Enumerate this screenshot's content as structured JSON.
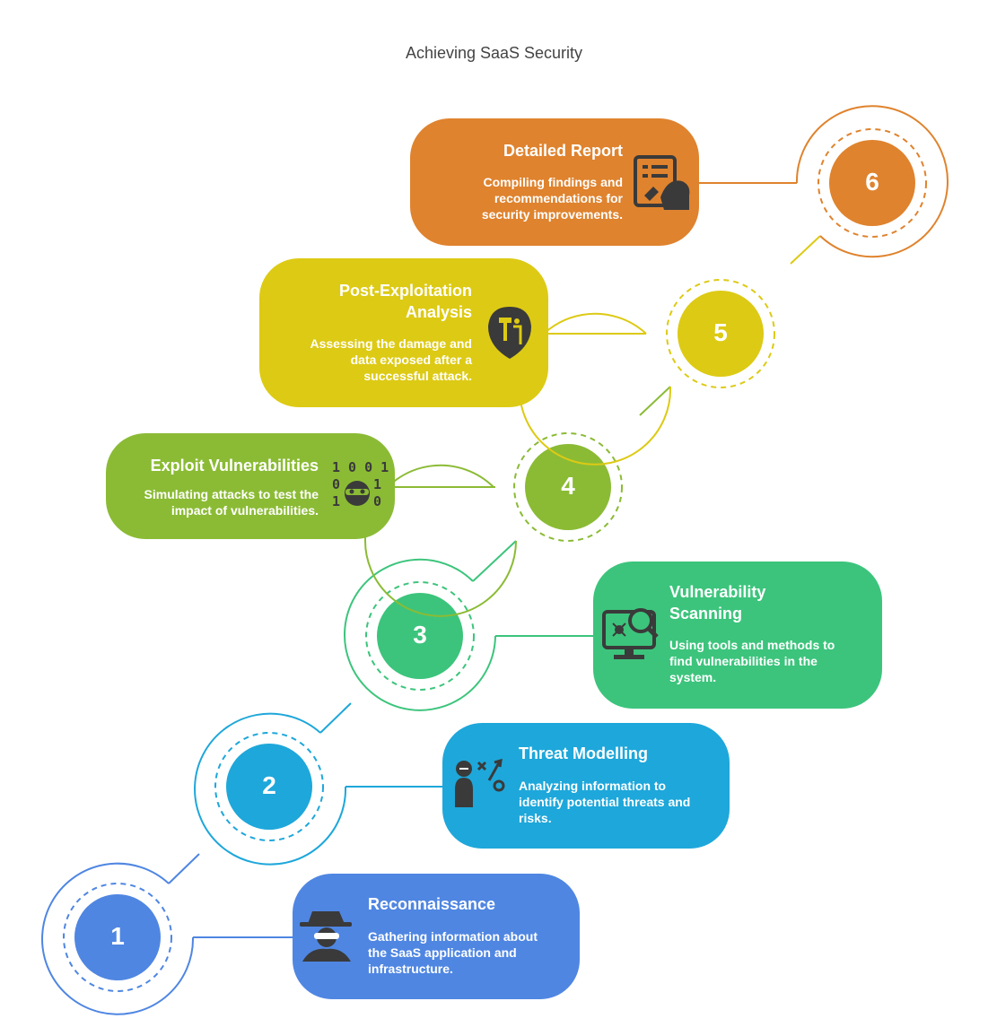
{
  "title": "Achieving SaaS Security",
  "steps": [
    {
      "number": "1",
      "title": "Reconnaissance",
      "description": "Gathering information about the SaaS application and infrastructure.",
      "icon": "spy-icon",
      "color": "#4F86E2"
    },
    {
      "number": "2",
      "title": "Threat Modelling",
      "description": "Analyzing information to identify potential threats and risks.",
      "icon": "strategy-icon",
      "color": "#1EA7DA"
    },
    {
      "number": "3",
      "title": "Vulnerability Scanning",
      "description": "Using tools and methods to find vulnerabilities in the system.",
      "icon": "monitor-search-bug-icon",
      "color": "#3CC47C"
    },
    {
      "number": "4",
      "title": "Exploit Vulnerabilities",
      "description": "Simulating attacks to test the impact of vulnerabilities.",
      "icon": "binary-hacker-icon",
      "color": "#8BBB35"
    },
    {
      "number": "5",
      "title": "Post-Exploitation Analysis",
      "description": "Assessing the damage and data exposed after a successful attack.",
      "icon": "hammer-shield-icon",
      "color": "#DDCA14"
    },
    {
      "number": "6",
      "title": "Detailed Report",
      "description": "Compiling findings and recommendations for security improvements.",
      "icon": "report-edit-icon",
      "color": "#DF832E"
    }
  ]
}
